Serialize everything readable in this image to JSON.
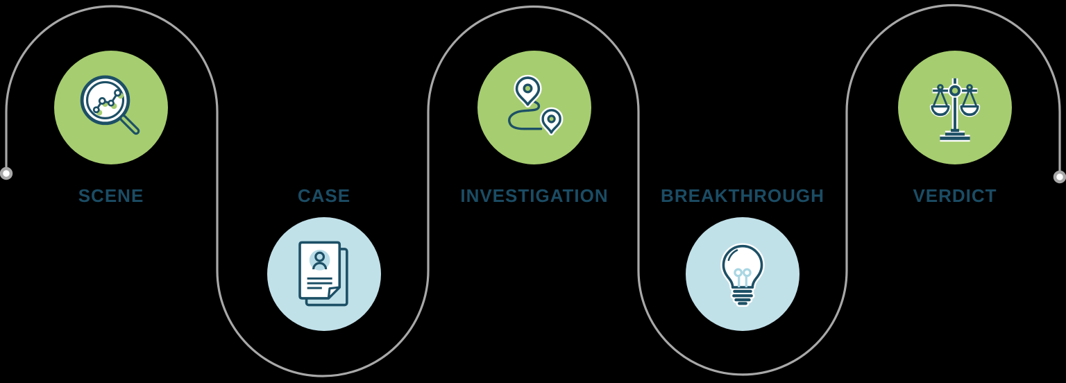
{
  "diagram": {
    "name": "case-journey-process",
    "steps": [
      {
        "label": "SCENE",
        "icon": "magnifier-evidence-icon",
        "row": "top",
        "bubble_color": "#a6cd70"
      },
      {
        "label": "CASE",
        "icon": "case-file-icon",
        "row": "bottom",
        "bubble_color": "#c1e1e9"
      },
      {
        "label": "INVESTIGATION",
        "icon": "route-map-pins-icon",
        "row": "top",
        "bubble_color": "#a6cd70"
      },
      {
        "label": "BREAKTHROUGH",
        "icon": "lightbulb-icon",
        "row": "bottom",
        "bubble_color": "#c1e1e9"
      },
      {
        "label": "VERDICT",
        "icon": "scales-of-justice-icon",
        "row": "top",
        "bubble_color": "#a6cd70"
      }
    ],
    "connector": {
      "shape": "serpentine-line",
      "color": "#a8a8a8",
      "endpoint_dots": [
        "left-start-dot",
        "right-end-dot"
      ]
    },
    "colors": {
      "background": "#000000",
      "green_bubble": "#a6cd70",
      "blue_bubble": "#c1e1e9",
      "label_navy": "#1b4c64",
      "icon_navy": "#1d5066",
      "filament_blue": "#a9d6e3",
      "avatar_blue": "#b9dde8",
      "path_gray": "#a8a8a8",
      "white": "#ffffff"
    }
  }
}
